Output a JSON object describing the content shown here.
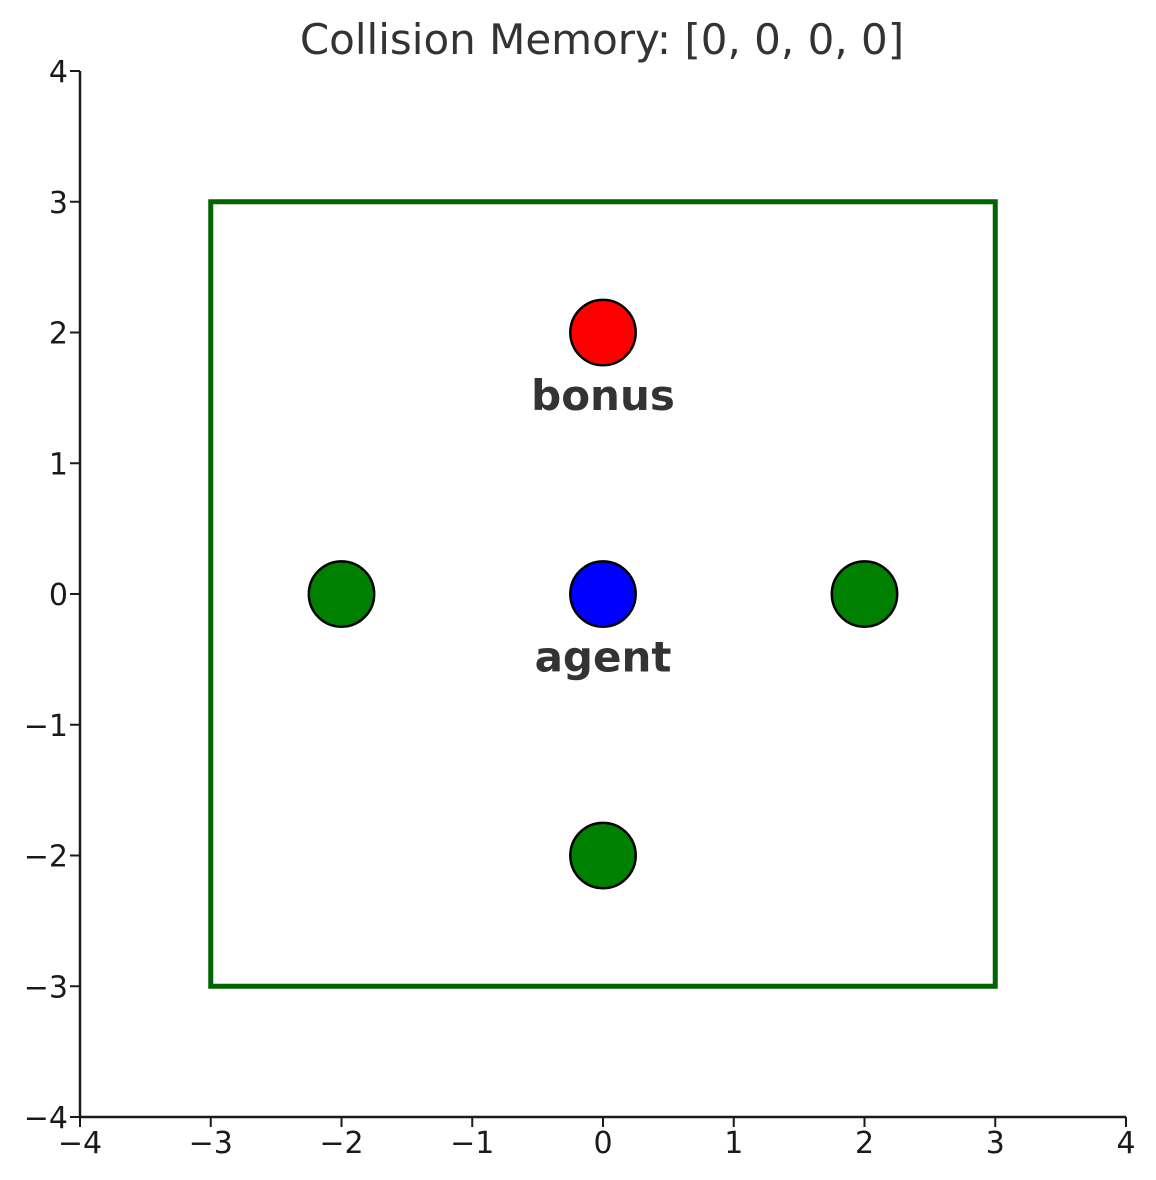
{
  "chart_data": {
    "type": "scatter",
    "title": "Collision Memory: [0, 0, 0, 0]",
    "xlabel": "",
    "ylabel": "",
    "xlim": [
      -4,
      4
    ],
    "ylim": [
      -4,
      4
    ],
    "grid": false,
    "x_ticks": [
      -4,
      -3,
      -2,
      -1,
      0,
      1,
      2,
      3,
      4
    ],
    "y_ticks": [
      -4,
      -3,
      -2,
      -1,
      0,
      1,
      2,
      3,
      4
    ],
    "x_tick_labels": [
      "−4",
      "−3",
      "−2",
      "−1",
      "0",
      "1",
      "2",
      "3",
      "4"
    ],
    "y_tick_labels": [
      "−4",
      "−3",
      "−2",
      "−1",
      "0",
      "1",
      "2",
      "3",
      "4"
    ],
    "boundary": {
      "x_min": -3,
      "x_max": 3,
      "y_min": -3,
      "y_max": 3,
      "color": "#006400"
    },
    "points": [
      {
        "x": 0,
        "y": 2,
        "color": "#ff0000",
        "label": "bonus"
      },
      {
        "x": 0,
        "y": 0,
        "color": "#0000ff",
        "label": "agent"
      },
      {
        "x": -2,
        "y": 0,
        "color": "#008000",
        "label": ""
      },
      {
        "x": 2,
        "y": 0,
        "color": "#008000",
        "label": ""
      },
      {
        "x": 0,
        "y": -2,
        "color": "#008000",
        "label": ""
      }
    ],
    "point_radius": 0.25,
    "marker_edge_color": "#000000"
  }
}
